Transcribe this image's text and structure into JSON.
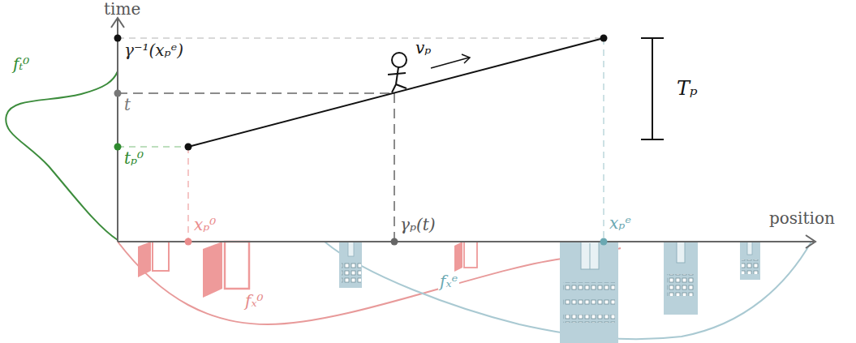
{
  "diagram": {
    "labels": [
      "time",
      "γ⁻¹(xₚᵉ)",
      "t",
      "tₚ⁰",
      "vₚ",
      "Tₚ",
      "fₜ⁰",
      "xₚ⁰",
      "γₚ(t)",
      "xₚᵉ",
      "position",
      "fₓ⁰",
      "fₓᵉ"
    ]
  }
}
